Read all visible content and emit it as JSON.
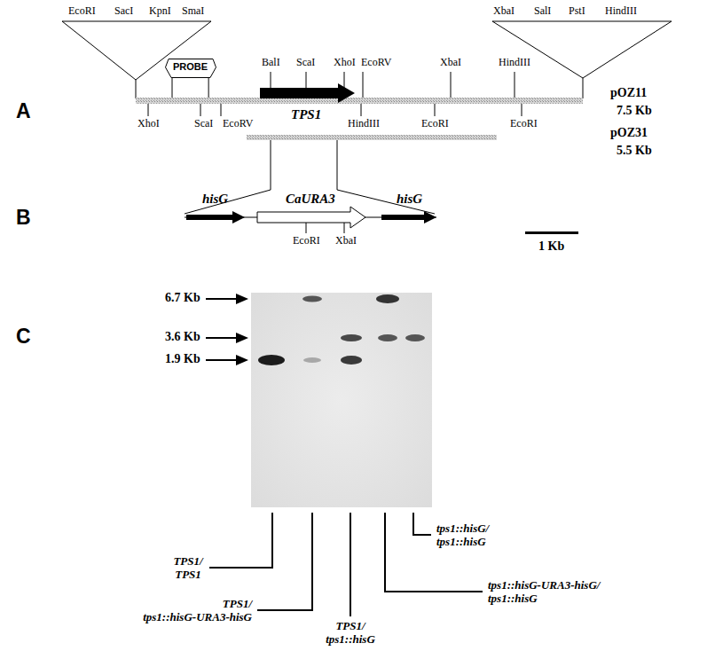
{
  "diagram": {
    "nodes": [
      {
        "text": [
          "PROBE"
        ]
      }
    ],
    "labels": [
      "A",
      "EcoRI",
      "SacI",
      "KpnI",
      "SmaI",
      "XbaI",
      "SalI",
      "PstI",
      "HindIII",
      "BalI",
      "ScaI",
      "XhoI",
      "EcoRV",
      "XbaI",
      "HindIII",
      "TPS1",
      "XhoI",
      "ScaI",
      "EcoRV",
      "HindIII",
      "EcoRI",
      "EcoRI",
      "pOZ11",
      "7.5 Kb",
      "pOZ31",
      "5.5 Kb",
      "B",
      "hisG",
      "CaURA3",
      "hisG",
      "EcoRI",
      "XbaI",
      "1 Kb",
      "C",
      "6.7 Kb",
      "3.6 Kb",
      "1.9 Kb",
      "TPS1/ TPS1",
      "TPS1/ tps1::hisG-URA3-hisG",
      "TPS1/ tps1::hisG",
      "tps1::hisG-URA3-hisG/ tps1::hisG",
      "tps1::hisG/ tps1::hisG"
    ]
  }
}
